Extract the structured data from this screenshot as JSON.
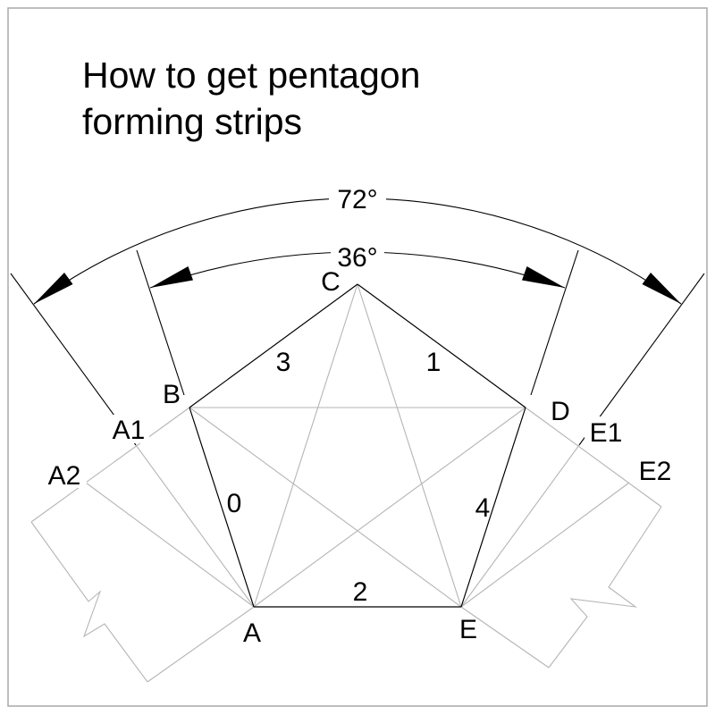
{
  "title": {
    "line1": "How to get pentagon",
    "line2": "forming strips"
  },
  "angles": {
    "outer_label": "72°",
    "inner_label": "36°"
  },
  "vertices": {
    "a": "A",
    "b": "B",
    "c": "C",
    "d": "D",
    "e": "E"
  },
  "fold_points": {
    "a1": "A1",
    "a2": "A2",
    "e1": "E1",
    "e2": "E2"
  },
  "edge_numbers": {
    "e0": "0",
    "e1": "1",
    "e2": "2",
    "e3": "3",
    "e4": "4"
  },
  "colors": {
    "line": "#000000",
    "construction_line": "#b5b5b5",
    "frame_border": "#a9a9a9",
    "background": "#ffffff"
  }
}
